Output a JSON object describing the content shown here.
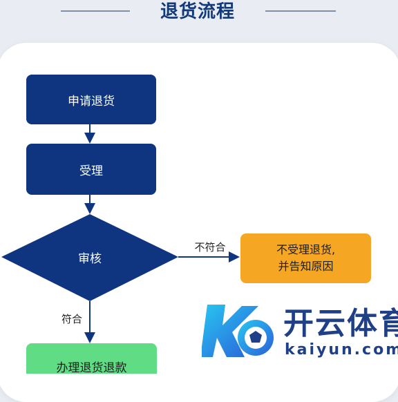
{
  "header": {
    "title": "退货流程"
  },
  "nodes": {
    "apply": "申请退货",
    "accept": "受理",
    "review": "审核",
    "reject_line1": "不受理退货,",
    "reject_line2": "并告知原因",
    "refund": "办理退货退款"
  },
  "edges": {
    "not_match": "不符合",
    "match": "符合"
  },
  "watermark": {
    "chinese": "开云体育",
    "english": "kaiyun.com"
  },
  "colors": {
    "process": "#0f3580",
    "decision": "#0f3580",
    "reject": "#f5a623",
    "success": "#5fdc84",
    "arrow": "#0f3580"
  }
}
